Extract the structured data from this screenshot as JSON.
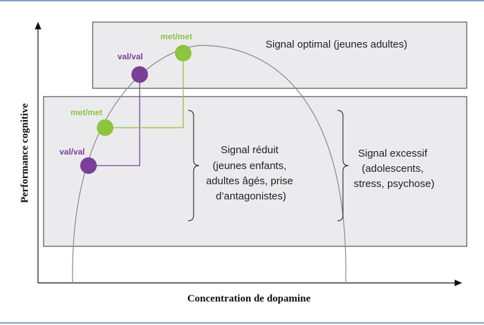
{
  "axes": {
    "x_label": "Concentration de dopamine",
    "y_label": "Performance cognitive"
  },
  "boxes": {
    "optimal": {
      "lines": [
        "Signal optimal (jeunes adultes)"
      ]
    },
    "reduced": {
      "lines": [
        "Signal réduit",
        "(jeunes enfants,",
        "adultes âgés, prise",
        "d’antagonistes)"
      ]
    },
    "excess": {
      "lines": [
        "Signal excessif",
        "(adolescents,",
        "stress, psychose)"
      ]
    }
  },
  "markers": [
    {
      "label": "val/val",
      "group": "low",
      "color_name": "purple"
    },
    {
      "label": "met/met",
      "group": "low",
      "color_name": "green"
    },
    {
      "label": "val/val",
      "group": "high",
      "color_name": "purple"
    },
    {
      "label": "met/met",
      "group": "high",
      "color_name": "green"
    }
  ],
  "colors": {
    "purple": "#7b3f98",
    "green": "#8cc43e",
    "box_fill": "#ebebed",
    "box_stroke": "#333333",
    "curve": "#888888",
    "rule": "#7fa0c9"
  }
}
